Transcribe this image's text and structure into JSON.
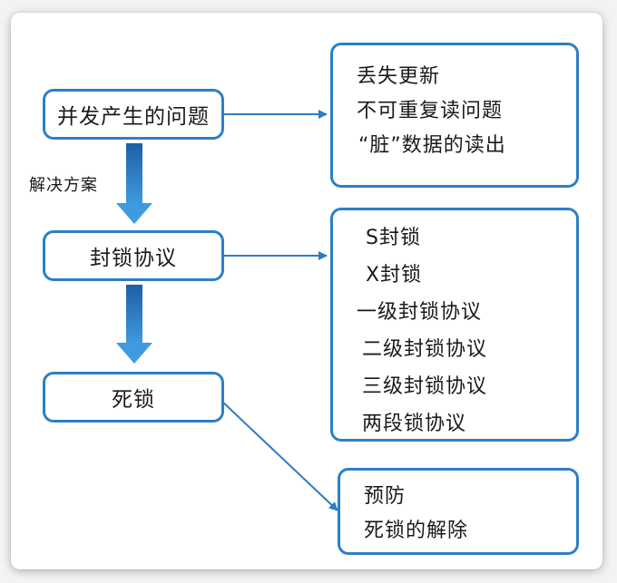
{
  "left_boxes": [
    "并发产生的问题",
    "封锁协议",
    "死锁"
  ],
  "side_label": "解决方案",
  "right_boxes": [
    {
      "items": [
        "丢失更新",
        "不可重复读问题",
        "“脏”数据的读出"
      ]
    },
    {
      "items": [
        "S封锁",
        "X封锁",
        "一级封锁协议",
        "二级封锁协议",
        "三级封锁协议",
        "两段锁协议"
      ]
    },
    {
      "items": [
        "预防",
        "死锁的解除"
      ]
    }
  ],
  "colors": {
    "border": "#2d7fc6",
    "arrow": "#2e7bc4",
    "down_arrow_top": "#1d5fa8",
    "down_arrow_bottom": "#3f9be0"
  }
}
